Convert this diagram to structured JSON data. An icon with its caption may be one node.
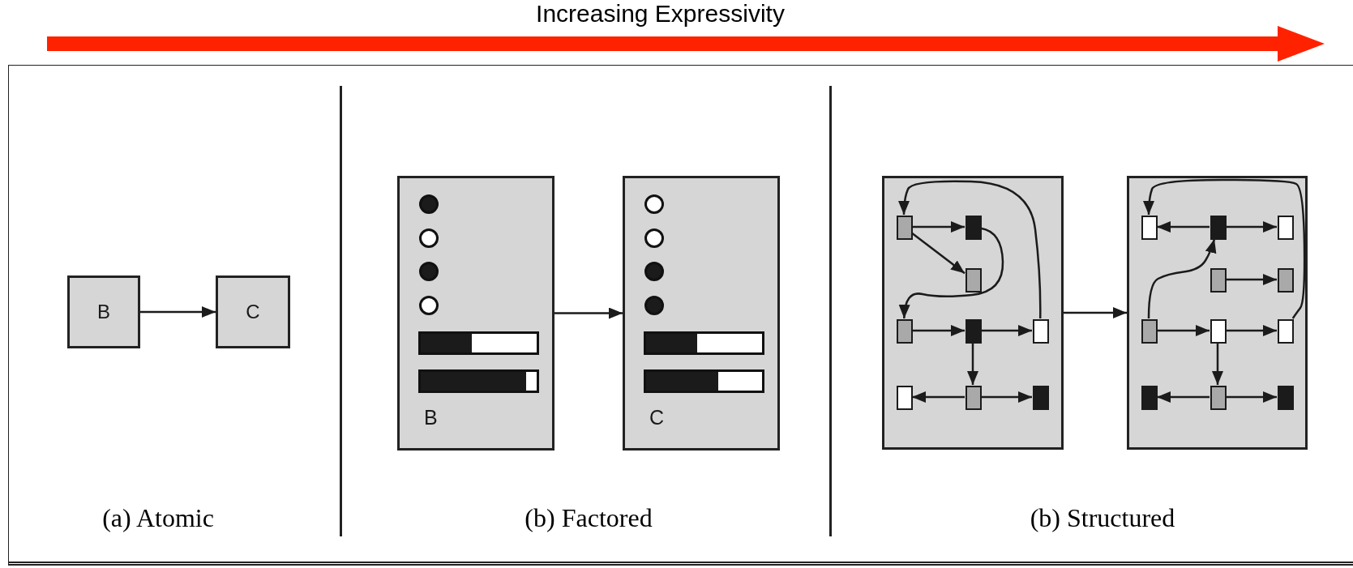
{
  "diagram": {
    "nodes": [
      {
        "text": [
          "B"
        ]
      },
      {
        "text": [
          "C"
        ]
      },
      {
        "text": [
          "B"
        ]
      },
      {
        "text": [
          "C"
        ]
      },
      {
        "text": [],
        "shape": "box"
      },
      {
        "text": [],
        "shape": "box",
        "in": 4
      },
      {
        "text": [],
        "shape": "box",
        "in": 4
      },
      {
        "text": [],
        "shape": "box",
        "in": 4
      },
      {
        "text": [],
        "shape": "box",
        "in": 4
      },
      {
        "text": [],
        "shape": "box",
        "in": 4
      },
      {
        "text": [],
        "shape": "box",
        "in": 4
      },
      {
        "text": [],
        "shape": "box",
        "in": 4
      },
      {
        "text": [],
        "shape": "box",
        "in": 4
      },
      {
        "text": [],
        "shape": "box",
        "in": 4
      },
      {
        "text": [],
        "shape": "box"
      },
      {
        "text": [],
        "shape": "box",
        "in": 14
      },
      {
        "text": [],
        "shape": "box",
        "in": 14
      },
      {
        "text": [],
        "shape": "box",
        "in": 14
      },
      {
        "text": [],
        "shape": "box",
        "in": 14
      },
      {
        "text": [],
        "shape": "box",
        "in": 14
      },
      {
        "text": [],
        "shape": "box",
        "in": 14
      },
      {
        "text": [],
        "shape": "box",
        "in": 14
      },
      {
        "text": [],
        "shape": "box",
        "in": 14
      },
      {
        "text": [],
        "shape": "box",
        "in": 14
      },
      {
        "text": [],
        "shape": "box",
        "in": 14
      },
      {
        "text": [],
        "shape": "box",
        "in": 14
      }
    ],
    "edges": [
      {
        "from": 0,
        "to": 1,
        "arrow": "to"
      },
      {
        "from": 2,
        "to": 3,
        "arrow": "to"
      },
      {
        "from": 4,
        "to": 14,
        "arrow": "to"
      },
      {
        "from": 5,
        "to": 6,
        "arrow": "to"
      },
      {
        "from": 5,
        "to": 7,
        "arrow": "to"
      },
      {
        "from": 6,
        "to": 8,
        "arrow": "to"
      },
      {
        "from": 10,
        "to": 5,
        "arrow": "to"
      },
      {
        "from": 8,
        "to": 9,
        "arrow": "to"
      },
      {
        "from": 9,
        "to": 10,
        "arrow": "to"
      },
      {
        "from": 9,
        "to": 12,
        "arrow": "to"
      },
      {
        "from": 12,
        "to": 11,
        "arrow": "to"
      },
      {
        "from": 12,
        "to": 13,
        "arrow": "to"
      },
      {
        "from": 16,
        "to": 15,
        "arrow": "to"
      },
      {
        "from": 16,
        "to": 17,
        "arrow": "to"
      },
      {
        "from": 18,
        "to": 19,
        "arrow": "to"
      },
      {
        "from": 20,
        "to": 16,
        "arrow": "to"
      },
      {
        "from": 20,
        "to": 21,
        "arrow": "to"
      },
      {
        "from": 21,
        "to": 22,
        "arrow": "to"
      },
      {
        "from": 22,
        "to": 15,
        "arrow": "to"
      },
      {
        "from": 21,
        "to": 24,
        "arrow": "to"
      },
      {
        "from": 24,
        "to": 23,
        "arrow": "to"
      },
      {
        "from": 24,
        "to": 25,
        "arrow": "to"
      }
    ],
    "labels": [
      "Increasing Expressivity",
      "(a) Atomic",
      "(b) Factored",
      "(b) Structured"
    ]
  }
}
